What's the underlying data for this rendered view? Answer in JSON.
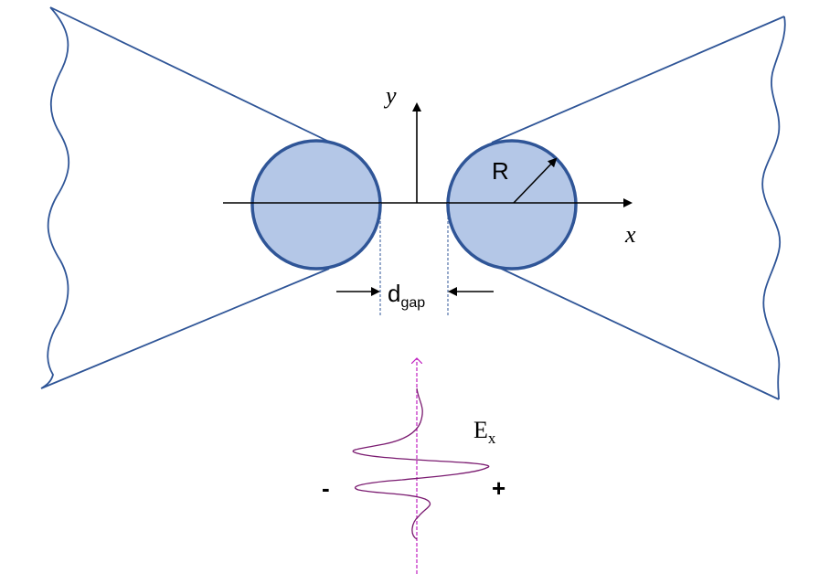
{
  "labels": {
    "y_axis": "y",
    "x_axis": "x",
    "radius": "R",
    "gap_main": "d",
    "gap_sub": "gap",
    "field_main": "E",
    "field_sub": "x",
    "minus": "-",
    "plus": "+"
  },
  "colors": {
    "outline": "#2f5597",
    "sphere_fill": "#b4c7e7",
    "pulse": "#7a1a70",
    "pulse_axis": "#c020c0",
    "gap_guides": "#2f5597",
    "black": "#000000"
  }
}
